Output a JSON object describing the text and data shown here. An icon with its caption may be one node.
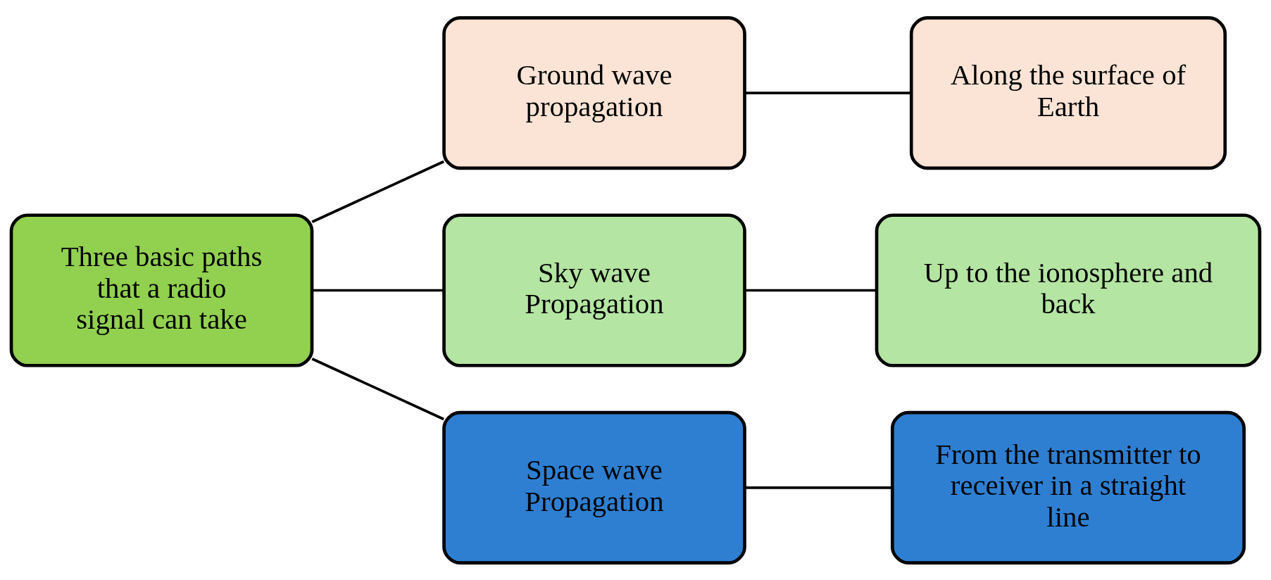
{
  "diagram": {
    "nodes": [
      {
        "text": [
          "Three basic paths that a radio signal can take"
        ]
      },
      {
        "text": [
          "Ground wave propagation"
        ]
      },
      {
        "text": [
          "Sky wave Propagation"
        ]
      },
      {
        "text": [
          "Space wave Propagation"
        ]
      },
      {
        "text": [
          "Along the surface of Earth"
        ]
      },
      {
        "text": [
          "Up to the ionosphere and back"
        ]
      },
      {
        "text": [
          "From the transmitter to receiver in a straight line"
        ]
      }
    ],
    "edges": [
      {
        "from": 0,
        "to": 1,
        "arrow": "none"
      },
      {
        "from": 0,
        "to": 2,
        "arrow": "none"
      },
      {
        "from": 0,
        "to": 3,
        "arrow": "none"
      },
      {
        "from": 1,
        "to": 4,
        "arrow": "none"
      },
      {
        "from": 2,
        "to": 5,
        "arrow": "none"
      },
      {
        "from": 3,
        "to": 6,
        "arrow": "none"
      }
    ]
  }
}
